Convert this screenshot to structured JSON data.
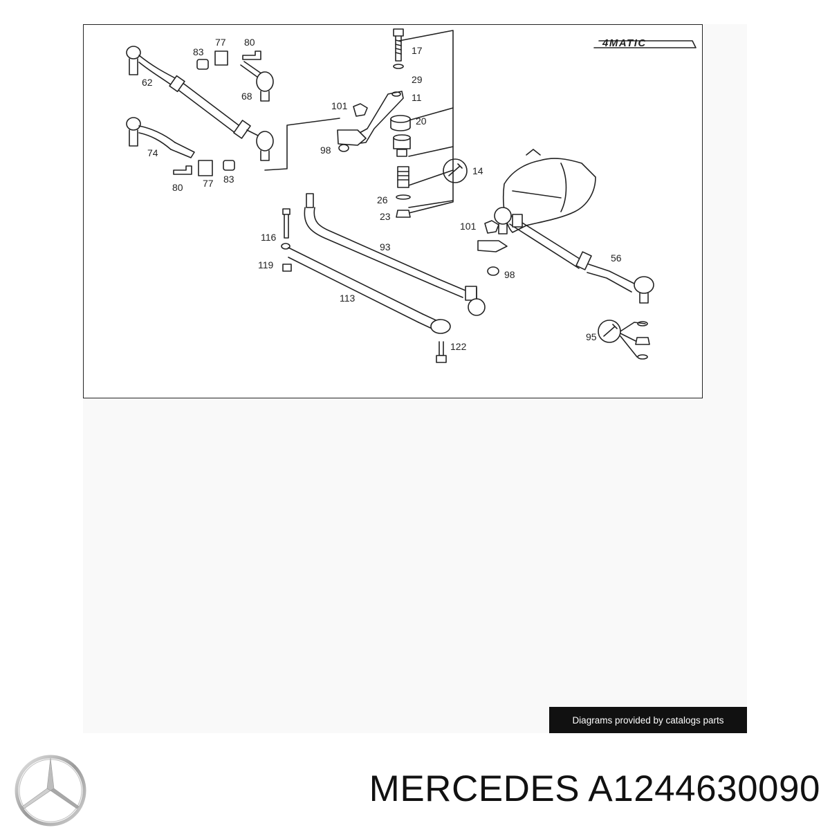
{
  "diagram": {
    "badge": "4MATIC",
    "callouts": {
      "c17": "17",
      "c29": "29",
      "c11": "11",
      "c20": "20",
      "c14": "14",
      "c26": "26",
      "c23": "23",
      "c101a": "101",
      "c98a": "98",
      "c62": "62",
      "c83a": "83",
      "c77a": "77",
      "c80a": "80",
      "c68": "68",
      "c74": "74",
      "c80b": "80",
      "c77b": "77",
      "c83b": "83",
      "c116": "116",
      "c119": "119",
      "c93": "93",
      "c113": "113",
      "c122": "122",
      "c101b": "101",
      "c98b": "98",
      "c56": "56",
      "c95": "95"
    }
  },
  "credit": "Diagrams provided by catalogs parts",
  "brand": {
    "name": "MERCEDES",
    "part_number": "A1244630090",
    "logo_icon": "mercedes-star-icon"
  }
}
